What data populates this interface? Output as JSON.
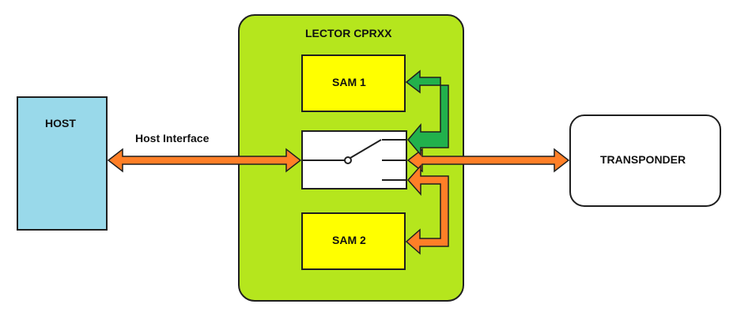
{
  "diagram": {
    "host_label": "HOST",
    "host_interface_label": "Host Interface",
    "reader_label": "LECTOR CPRXX",
    "sam1_label": "SAM 1",
    "sam2_label": "SAM 2",
    "transponder_label": "TRANSPONDER"
  },
  "colors": {
    "host_fill": "#99d9ea",
    "reader_fill": "#b5e61d",
    "sam_fill": "#ffff00",
    "orange_arrow": "#ff7f27",
    "green_arrow": "#22b14c"
  }
}
